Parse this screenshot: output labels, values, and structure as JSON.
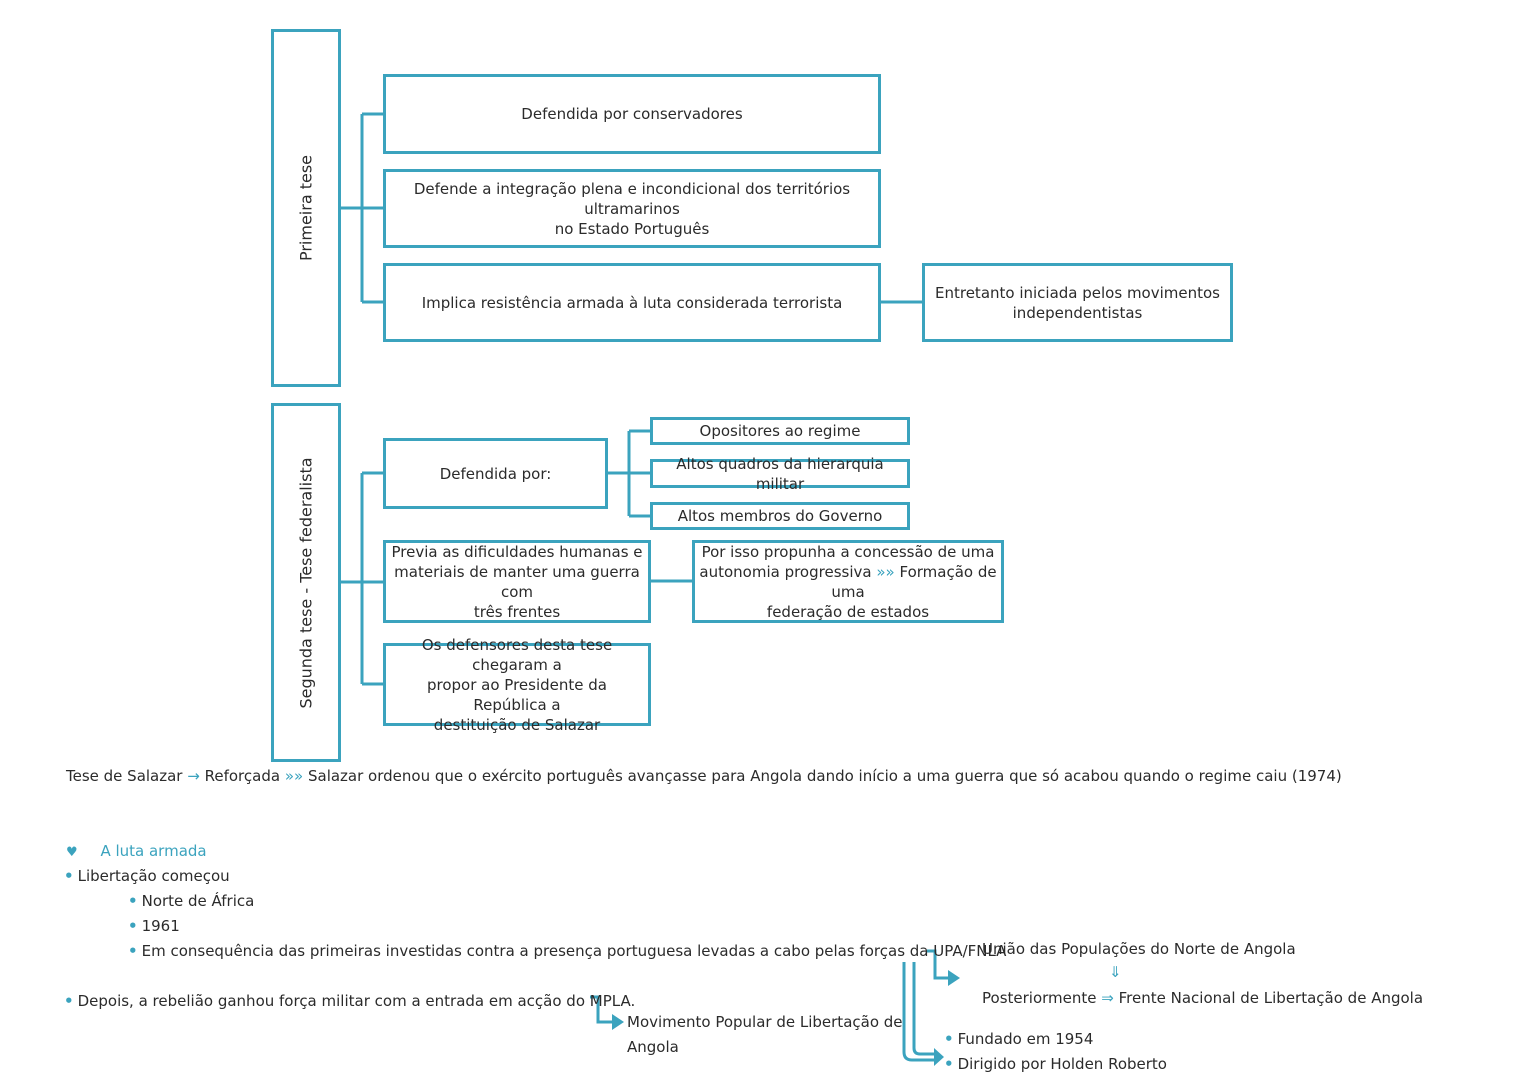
{
  "colors": {
    "accent": "#3ba3be",
    "text": "#2b2b2b"
  },
  "primeira": {
    "title": "Primeira tese",
    "b1": "Defendida por conservadores",
    "b2a": "Defende a integração plena e incondicional dos territórios ultramarinos",
    "b2b": "no Estado Português",
    "b3": "Implica resistência armada à luta considerada terrorista",
    "b4a": "Entretanto iniciada pelos movimentos",
    "b4b": "independentistas"
  },
  "segunda": {
    "title": "Segunda tese - Tese federalista",
    "defendida": "Defendida por:",
    "opositores": "Opositores ao regime",
    "altos_quadros": "Altos quadros da hierarquia militar",
    "altos_membros": "Altos membros do Governo",
    "previa_a": "Previa as dificuldades humanas e",
    "previa_b": "materiais de manter uma guerra com",
    "previa_c": "três frentes",
    "prop_a": "Por isso propunha a concessão de uma",
    "prop_b1": "autonomia progressiva",
    "prop_arrow": "»»",
    "prop_b2": "Formação de uma",
    "prop_c": "federação de estados",
    "def_a": "Os defensores desta tese chegaram a",
    "def_b": "propor ao Presidente da República a",
    "def_c": "destituição de Salazar"
  },
  "tese_line": {
    "part1": "Tese de Salazar",
    "arrow1": "→",
    "part2": "Reforçada",
    "arrow2": "»»",
    "part3": "Salazar ordenou que o exército português avançasse para Angola dando início a uma guerra que só acabou quando o regime caiu (1974)"
  },
  "luta": {
    "heart_icon": "♥",
    "heading": "A luta armada",
    "bullet": "•",
    "item1": "Libertação começou",
    "sub1": "Norte de África",
    "sub2": "1961",
    "sub3": "Em consequência das primeiras investidas contra a presença portuguesa levadas a cabo pelas forças da UPA/FNLA",
    "item2": "Depois, a rebelião ganhou força militar com a entrada em acção do MPLA.",
    "mpla_a": "Movimento Popular de Libertação de",
    "mpla_b": "Angola",
    "upa": "União das Populações do Norte de Angola",
    "down_arrow": "⇓",
    "post": "Posteriormente",
    "right_arrow": "⇒",
    "fnla": "Frente Nacional de Libertação de Angola",
    "fundado": "Fundado em 1954",
    "dirigido": "Dirigido por Holden Roberto"
  }
}
